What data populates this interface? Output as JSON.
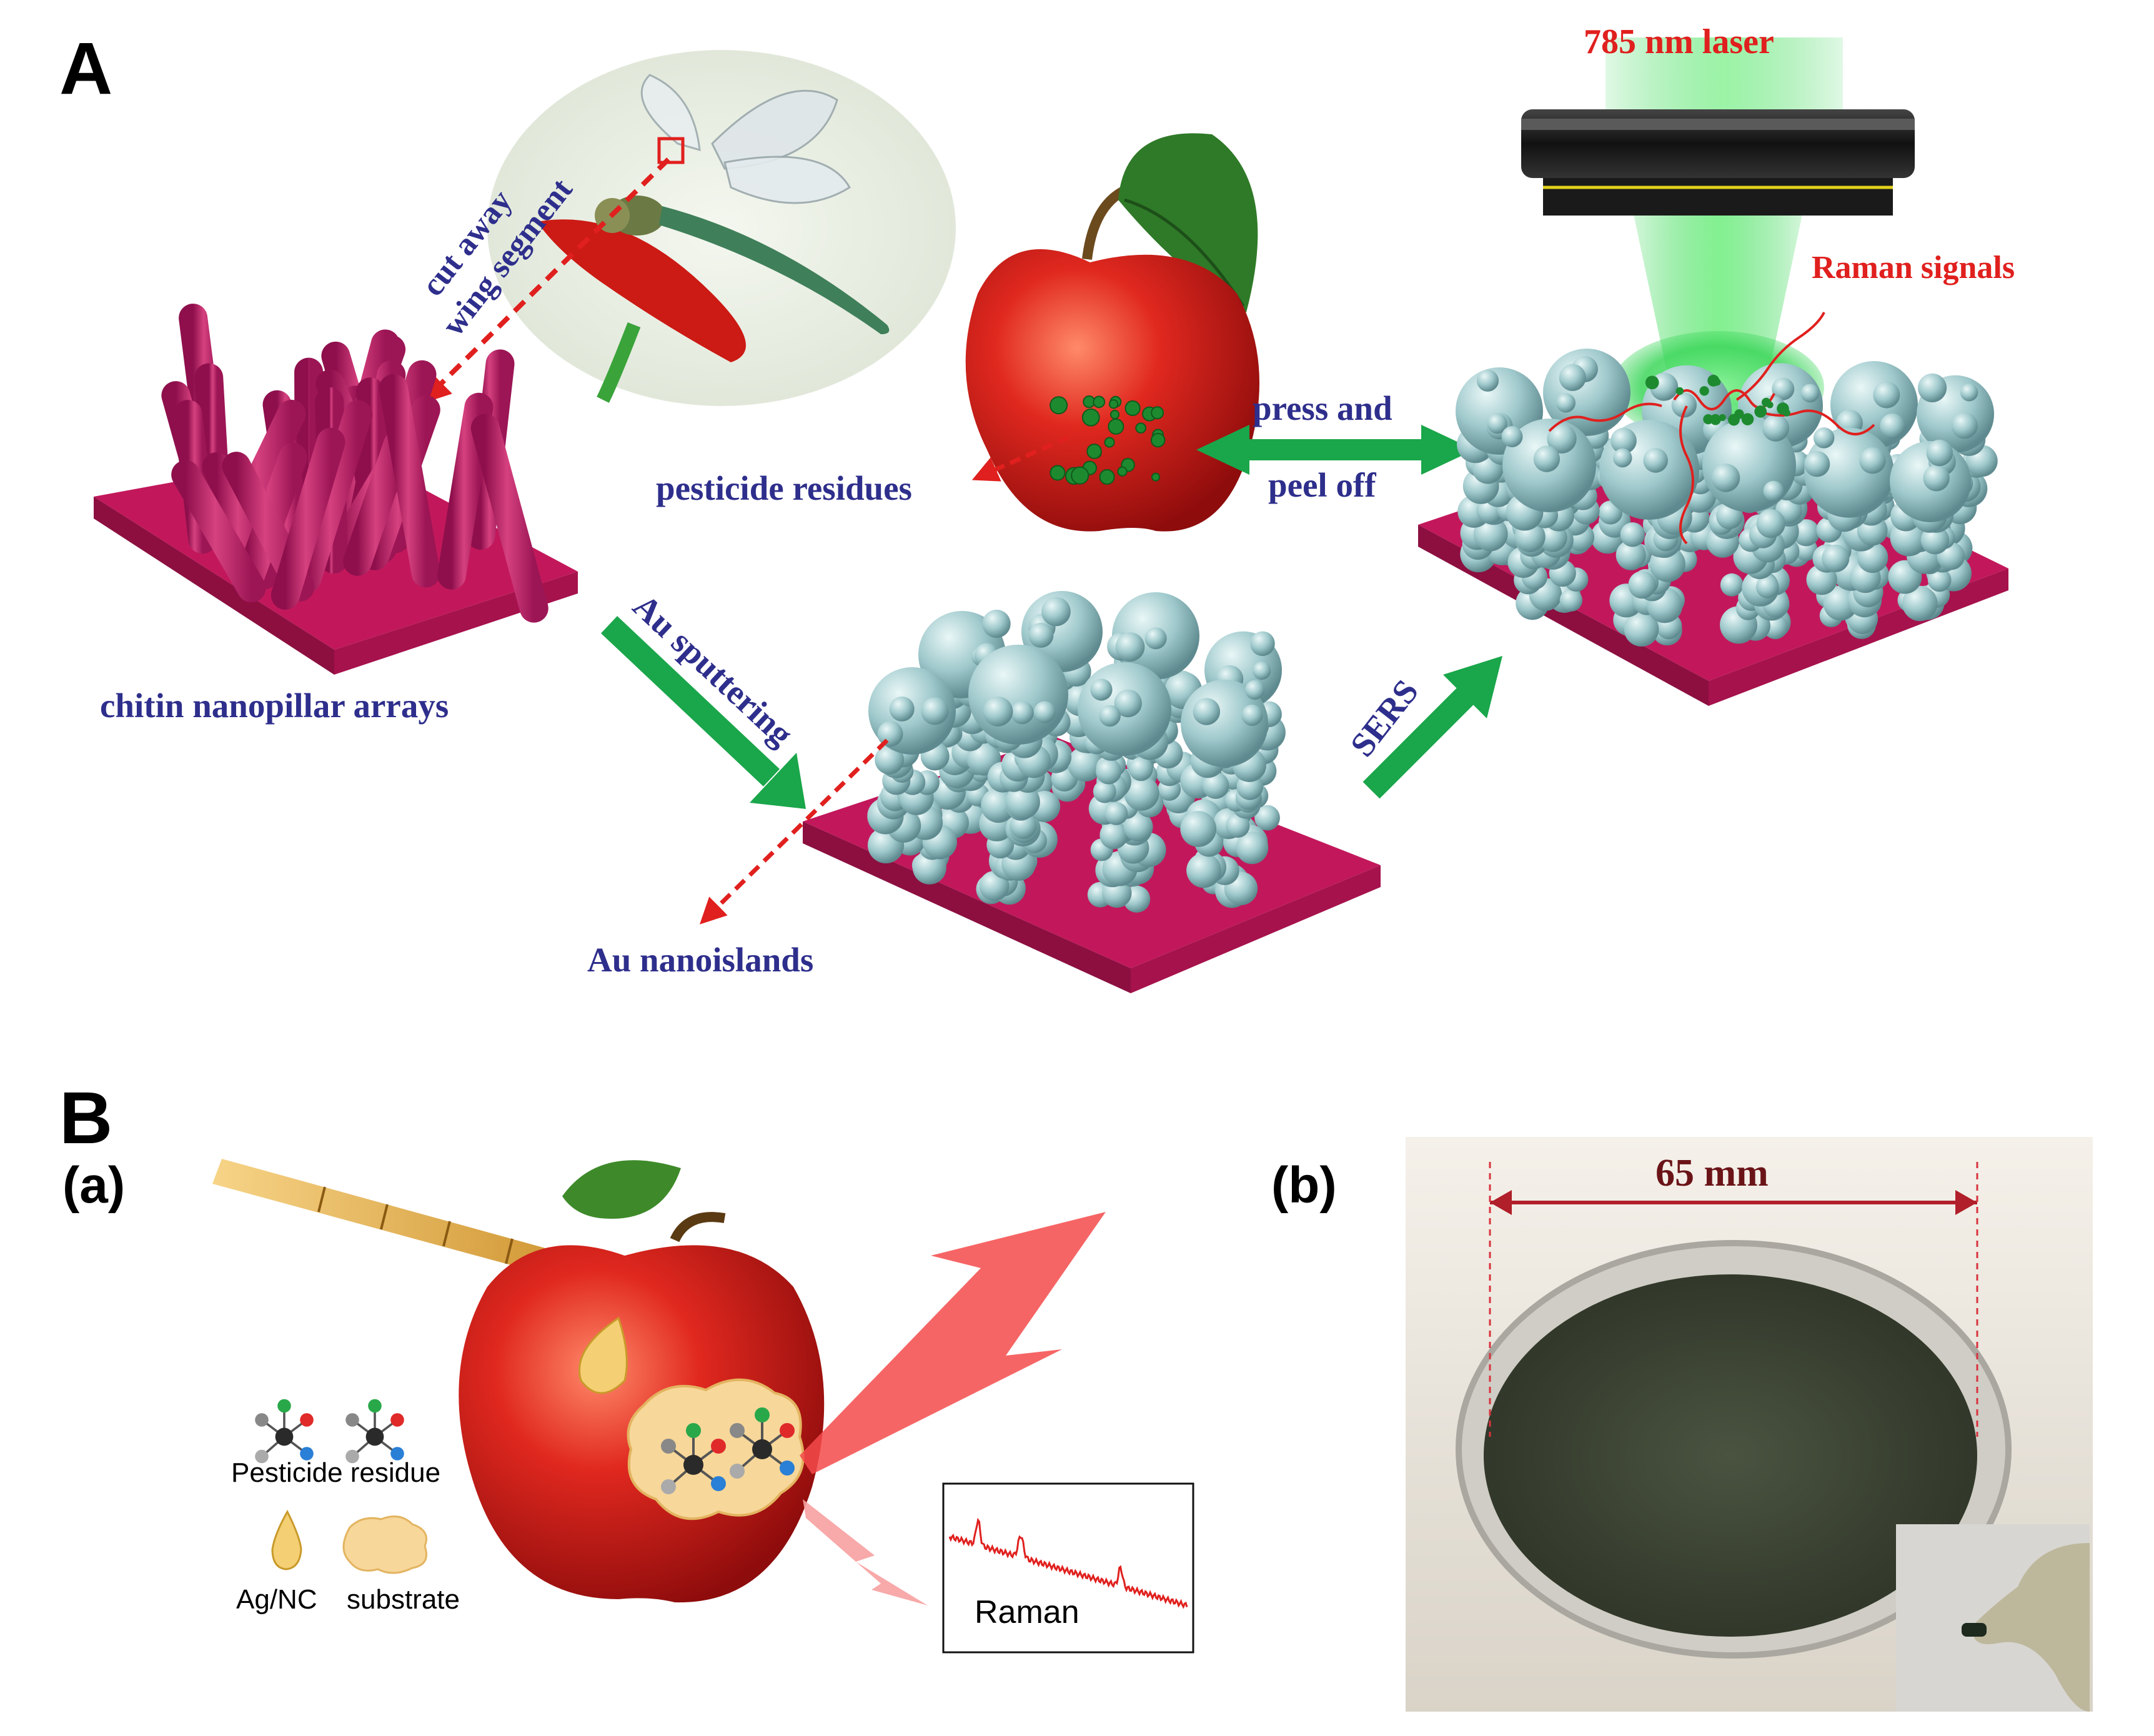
{
  "panel_labels": {
    "A": "A",
    "B": "B",
    "a": "(a)",
    "b": "(b)"
  },
  "panel_a": {
    "laser_label": "785 nm laser",
    "raman_signals_label": "Raman signals",
    "cut_label_1": "cut away",
    "cut_label_2": "wing segment",
    "pesticide_label": "pesticide residues",
    "press_label_1": "press and",
    "press_label_2": "peel off",
    "chitin_label": "chitin nanopillar arrays",
    "sputter_label": "Au sputtering",
    "sers_label": "SERS",
    "nanoislands_label": "Au nanoislands"
  },
  "panel_b": {
    "legend_pesticide": "Pesticide residue",
    "legend_agnc": "Ag/NC",
    "legend_substrate": "substrate",
    "raman_label": "Raman",
    "dimension_label": "65 mm"
  },
  "colors": {
    "label_blue": "#2e2e8c",
    "label_red": "#e0201e",
    "substrate_magenta": "#c2185b",
    "sphere_teal": "#9fc9cc",
    "arrow_green": "#1aa64a",
    "laser_green": "#3cd65a",
    "apple_red": "#d8261e",
    "dish_dark": "#3e4634"
  },
  "icons": [
    "dragonfly-icon",
    "apple-icon",
    "leaf-icon",
    "objective-lens-icon",
    "pipette-icon",
    "molecule-icon",
    "lightning-icon",
    "petri-dish-icon",
    "gloved-hand-icon"
  ]
}
